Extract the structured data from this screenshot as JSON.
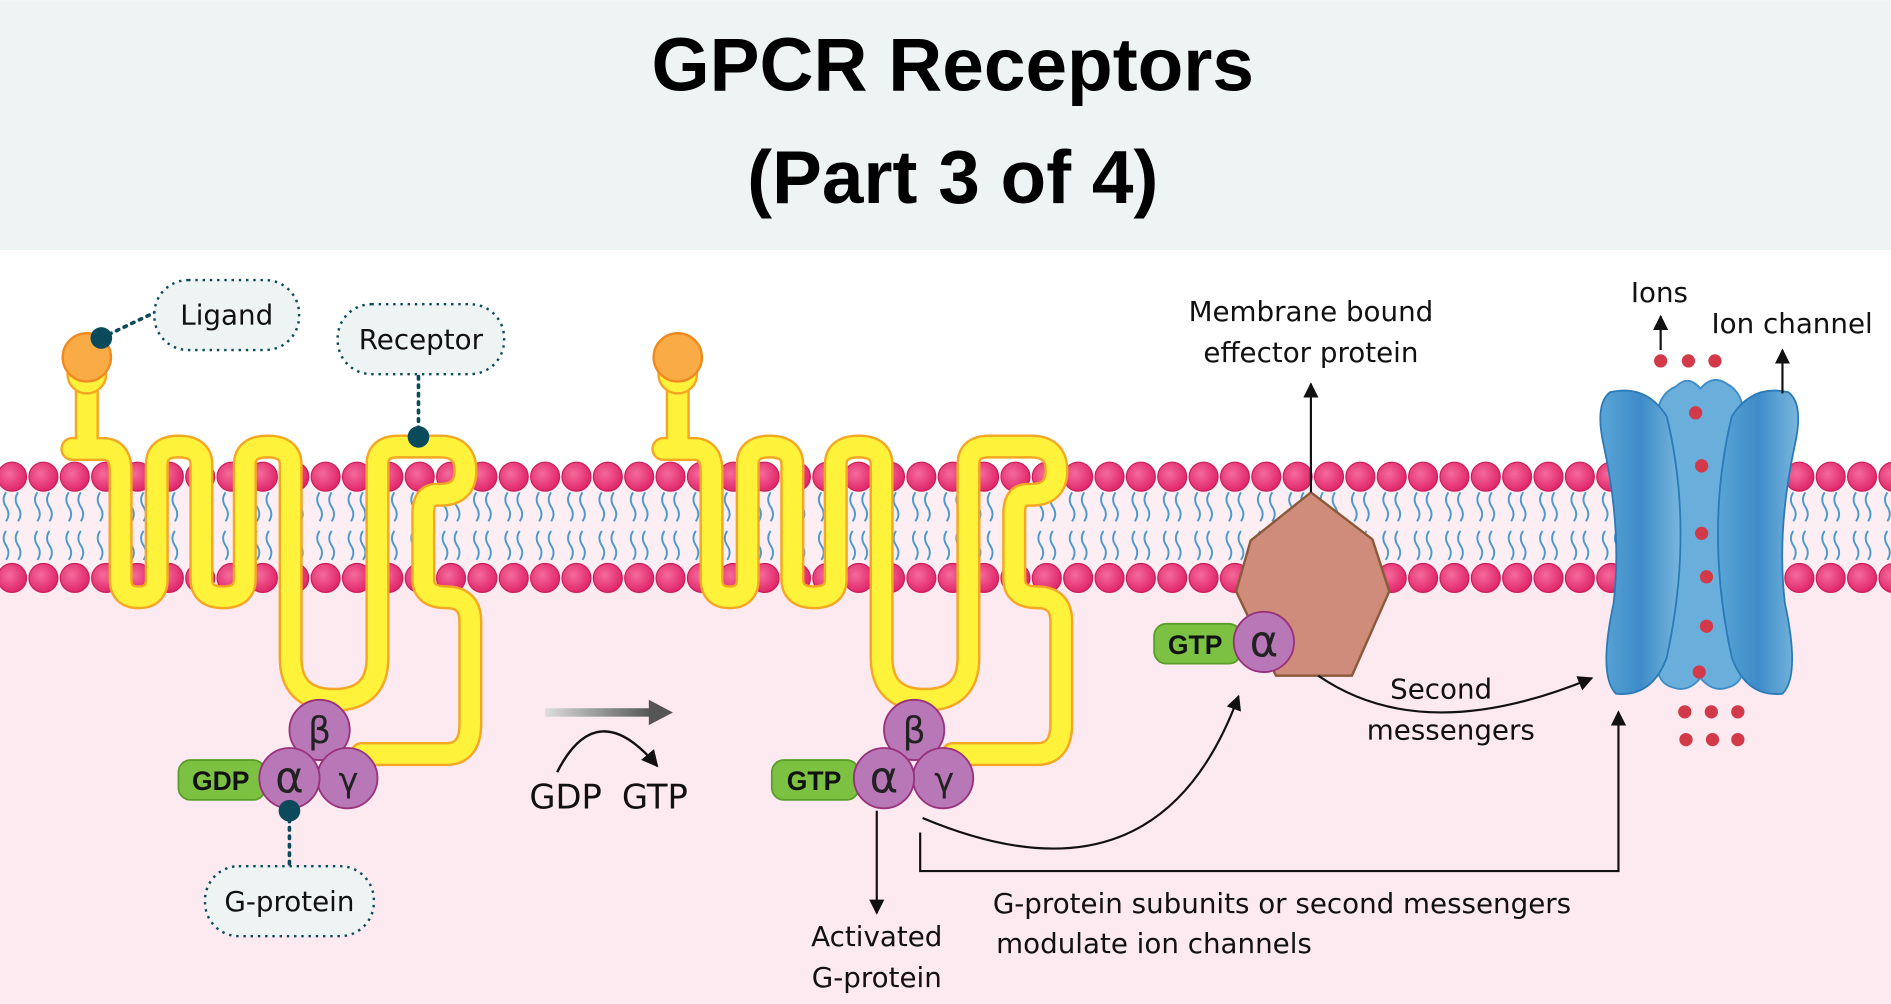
{
  "title": {
    "line1": "GPCR Receptors",
    "line2": "(Part 3 of 4)"
  },
  "labels": {
    "ligand": "Ligand",
    "receptor": "Receptor",
    "g_protein": "G-protein",
    "gdp": "GDP",
    "gtp": "GTP",
    "beta": "β",
    "alpha": "α",
    "gamma": "γ",
    "exchange_gdp": "GDP",
    "exchange_gtp": "GTP",
    "effector_line1": "Membrane bound",
    "effector_line2": "effector protein",
    "ions": "Ions",
    "ion_channel": "Ion channel",
    "second_line1": "Second",
    "second_line2": "messengers",
    "activated_line1": "Activated",
    "activated_line2": "G-protein",
    "modulate_line1": "G-protein subunits or second messengers",
    "modulate_line2": "modulate ion channels"
  },
  "colors": {
    "header_bg": "#eef3f3",
    "cytoplasm": "#fde9f0",
    "phospholipid_head": "#e8306f",
    "lipid_tail": "#4a9ad0",
    "receptor": "#fff23a",
    "receptor_outline": "#f5a623",
    "ligand": "#f9ab45",
    "g_protein": "#b878b8",
    "gdp_gtp": "#7cc142",
    "effector": "#d08c7a",
    "ion_channel": "#5aa4d6",
    "ion": "#d23a4a",
    "pointer": "#0b4a5a"
  }
}
